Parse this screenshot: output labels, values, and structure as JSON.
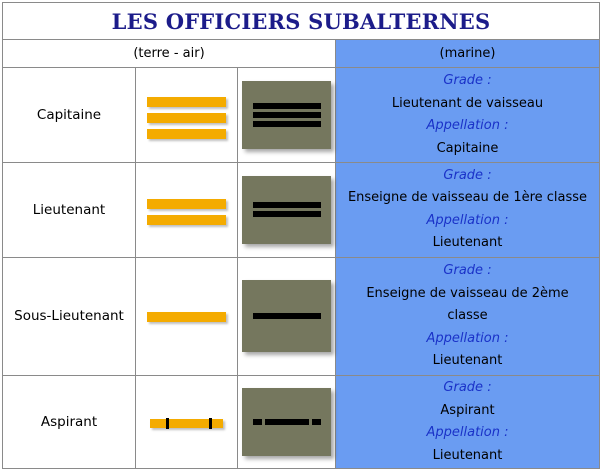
{
  "title": "LES OFFICIERS SUBALTERNES",
  "subheader": {
    "left": "(terre - air)",
    "right": "(marine)"
  },
  "labels": {
    "grade": "Grade :",
    "appellation": "Appellation :"
  },
  "colors": {
    "title": "#1c1c8a",
    "navy_bg": "#6a9cf2",
    "label_blue": "#1a32c8",
    "gold": "#f4ab00",
    "panel": "#75775e"
  },
  "ranks": [
    {
      "name": "Capitaine",
      "army_stripes": 3,
      "navy_stripes": 3,
      "navy_grade": "Lieutenant de vaisseau",
      "navy_appellation": "Capitaine"
    },
    {
      "name": "Lieutenant",
      "army_stripes": 2,
      "navy_stripes": 2,
      "navy_grade": "Enseigne de vaisseau de 1ère classe",
      "navy_appellation": "Lieutenant"
    },
    {
      "name": "Sous-Lieutenant",
      "army_stripes": 1,
      "navy_stripes": 1,
      "navy_grade": "Enseigne de vaisseau de 2ème classe",
      "navy_appellation": "Lieutenant"
    },
    {
      "name": "Aspirant",
      "army_stripes": "cadet",
      "navy_stripes": "cadet",
      "navy_grade": "Aspirant",
      "navy_appellation": "Lieutenant"
    }
  ]
}
